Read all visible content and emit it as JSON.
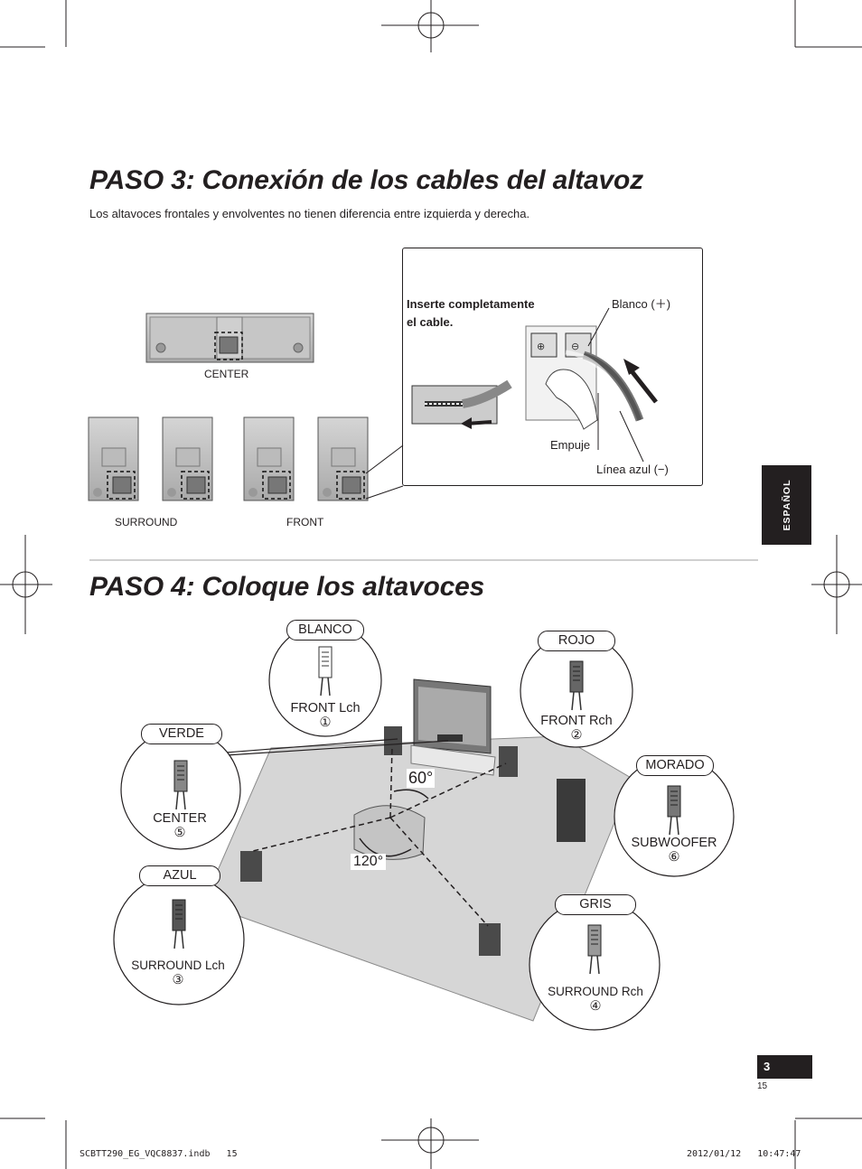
{
  "step3": {
    "title": "PASO 3: Conexión de los cables del altavoz",
    "intro": "Los altavoces frontales y envolventes no tienen diferencia entre izquierda y derecha.",
    "speaker_center": "CENTER",
    "speaker_surround": "SURROUND",
    "speaker_front": "FRONT",
    "detail": {
      "insert_line1": "Inserte completamente",
      "insert_line2": "el cable.",
      "white_plus": "Blanco (＋)",
      "push": "Empuje",
      "blue_minus": "Línea azul (−)"
    }
  },
  "step4": {
    "title": "PASO 4: Coloque los altavoces",
    "angle_front": "60°",
    "angle_surround": "120°",
    "connectors": [
      {
        "color": "BLANCO",
        "label": "FRONT Lch",
        "num": "①"
      },
      {
        "color": "ROJO",
        "label": "FRONT Rch",
        "num": "②"
      },
      {
        "color": "AZUL",
        "label": "SURROUND Lch",
        "num": "③"
      },
      {
        "color": "GRIS",
        "label": "SURROUND Rch",
        "num": "④"
      },
      {
        "color": "VERDE",
        "label": "CENTER",
        "num": "⑤"
      },
      {
        "color": "MORADO",
        "label": "SUBWOOFER",
        "num": "⑥"
      }
    ]
  },
  "sidebar": {
    "language": "ESPAÑOL"
  },
  "footer": {
    "page_badge": "3",
    "page_small": "15",
    "file": "SCBTT290_EG_VQC8837.indb   15",
    "timestamp": "2012/01/12   10:47:47"
  }
}
